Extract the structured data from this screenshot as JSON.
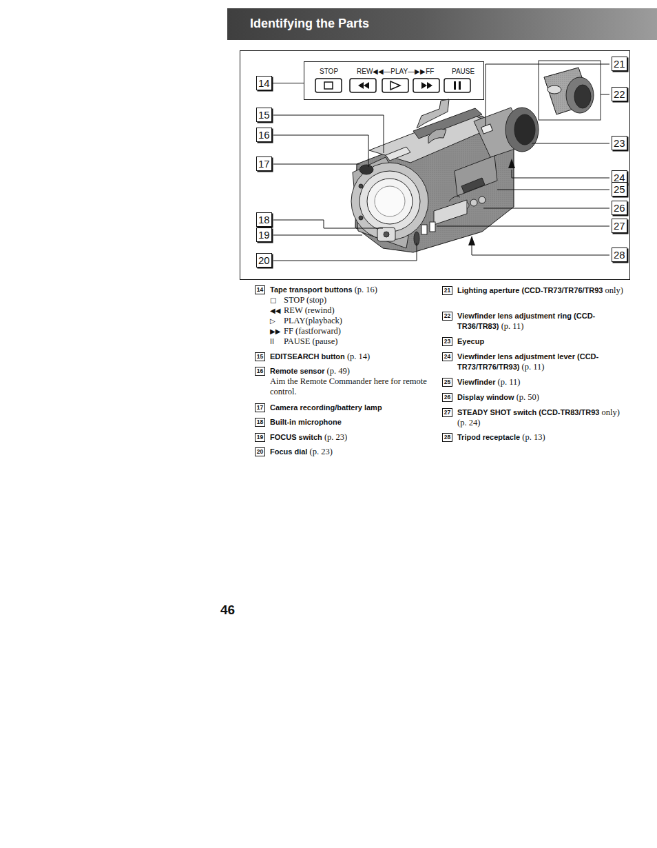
{
  "diagram": {
    "title": "Identifying the Parts",
    "nodes": [
      {
        "text": [
          "STOP",
          "REW◀◀—PLAY—▶▶FF",
          "PAUSE"
        ]
      },
      {
        "text": [
          "14"
        ]
      },
      {
        "text": [
          "15"
        ]
      },
      {
        "text": [
          "16"
        ]
      },
      {
        "text": [
          "17"
        ]
      },
      {
        "text": [
          "18"
        ]
      },
      {
        "text": [
          "19"
        ]
      },
      {
        "text": [
          "20"
        ]
      },
      {
        "text": [
          "21"
        ]
      },
      {
        "text": [
          "22"
        ]
      },
      {
        "text": [
          "23"
        ]
      },
      {
        "text": [
          "24"
        ]
      },
      {
        "text": [
          "25"
        ]
      },
      {
        "text": [
          "26"
        ]
      },
      {
        "text": [
          "27"
        ]
      },
      {
        "text": [
          "28"
        ]
      }
    ],
    "edges": [
      {
        "from": 1,
        "to": 0,
        "arrow": "none"
      }
    ],
    "labels": [
      "14",
      "Tape transport buttons",
      "(p. 16)",
      "□",
      "STOP (stop)",
      "◀◀",
      "REW (rewind)",
      "▷",
      "PLAY(playback)",
      "▶▶",
      "FF (fastforward)",
      "II",
      "PAUSE (pause)",
      "15",
      "EDITSEARCH button",
      "(p. 14)",
      "16",
      "Remote sensor",
      "(p. 49)",
      "Aim the Remote Commander here for remote control.",
      "17",
      "Camera recording/battery lamp",
      "18",
      "Built-in microphone",
      "19",
      "FOCUS switch",
      "(p. 23)",
      "20",
      "Focus dial",
      "(p. 23)",
      "21",
      "Lighting aperture (CCD-TR73/TR76/TR93",
      "only)",
      "22",
      "Viewfinder lens adjustment ring (CCD-TR36/TR83)",
      "(p. 11)",
      "23",
      "Eyecup",
      "24",
      "Viewfinder lens adjustment lever (CCD-TR73/TR76/TR93)",
      "(p. 11)",
      "25",
      "Viewfinder",
      "(p. 11)",
      "26",
      "Display window",
      "(p. 50)",
      "27",
      "STEADY SHOT switch (CCD-TR83/TR93",
      "only) (p. 24)",
      "28",
      "Tripod receptacle",
      "(p. 13)",
      "46"
    ]
  }
}
